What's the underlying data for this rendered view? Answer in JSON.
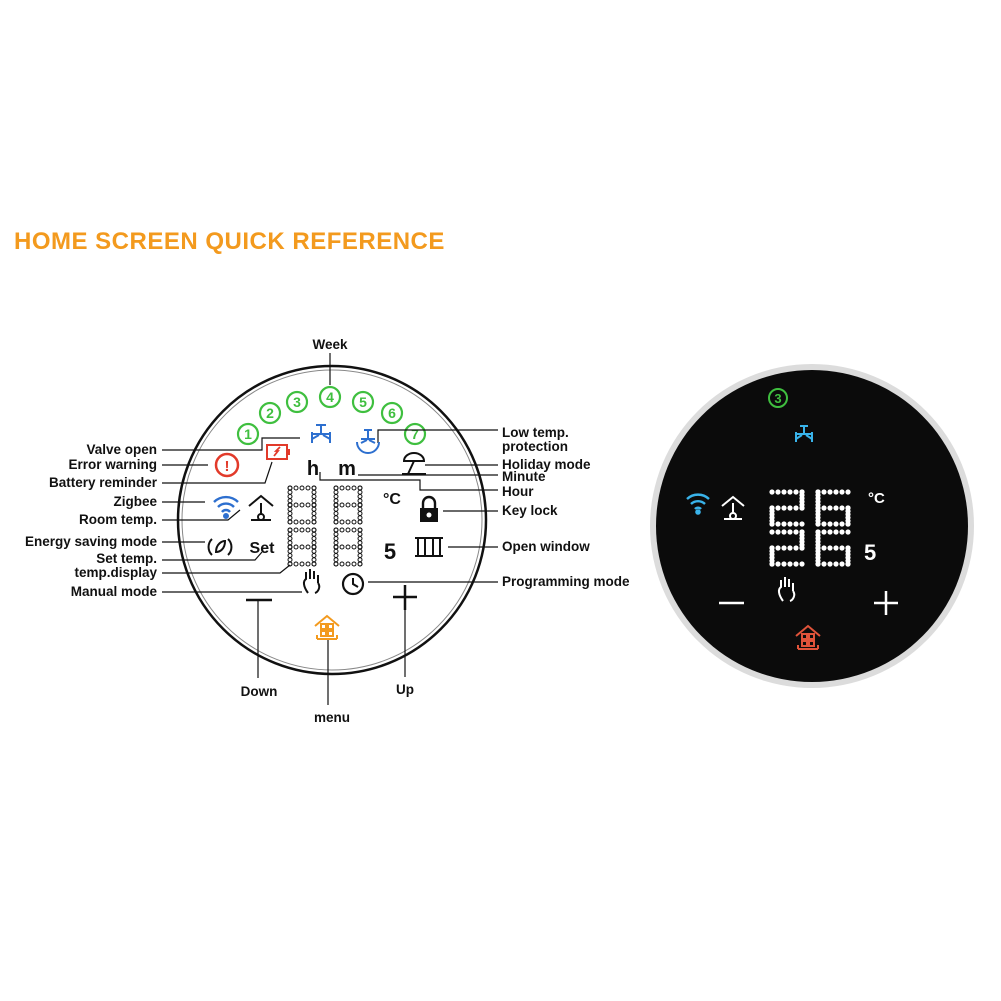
{
  "title": "HOME SCREEN QUICK REFERENCE",
  "colors": {
    "title": "#f39a1e",
    "day_green": "#3fbf3f",
    "zigbee_blue": "#2d6fcf",
    "error_red": "#e23a2a",
    "menu_orange": "#f39a1e",
    "photo_bg": "#0b0b0b",
    "photo_cyan": "#39b3ea",
    "photo_red": "#e0533a"
  },
  "days": [
    "1",
    "2",
    "3",
    "4",
    "5",
    "6",
    "7"
  ],
  "labels": {
    "week": "Week",
    "valve_open": "Valve open",
    "error_warning": "Error warning",
    "battery_reminder": "Battery reminder",
    "zigbee": "Zigbee",
    "room_temp": "Room temp.",
    "energy_saving": "Energy saving mode",
    "set_temp": "Set temp.",
    "temp_display": "temp.display",
    "manual_mode": "Manual mode",
    "low_temp_1": "Low temp.",
    "low_temp_2": "protection",
    "holiday_mode": "Holiday mode",
    "minute": "Minute",
    "hour": "Hour",
    "key_lock": "Key lock",
    "open_window": "Open window",
    "programming_mode": "Programming mode",
    "down": "Down",
    "menu": "menu",
    "up": "Up"
  },
  "diagram_display": {
    "hour_char": "h",
    "minute_char": "m",
    "set_text": "Set",
    "celsius": "°C",
    "seconds": "5",
    "minus": "−",
    "plus": "+"
  },
  "photo": {
    "day": "3",
    "room_temp": "26",
    "set_temp": "26",
    "decimal": "5",
    "celsius": "°C",
    "minus": "−",
    "plus": "+"
  }
}
